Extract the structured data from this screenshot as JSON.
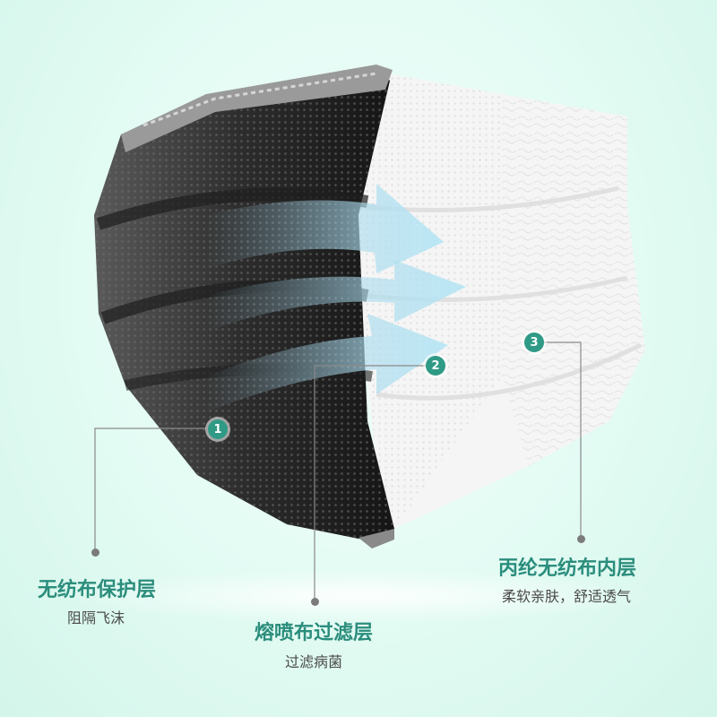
{
  "layers": [
    {
      "number": "1",
      "title": "无纺布保护层",
      "subtitle": "阻隔飞沫"
    },
    {
      "number": "2",
      "title": "熔喷布过滤层",
      "subtitle": "过滤病菌"
    },
    {
      "number": "3",
      "title": "丙纶无纺布内层",
      "subtitle": "柔软亲肤，舒适透气"
    }
  ],
  "colors": {
    "accent": "#2f9a86",
    "title_text": "#2b8d7c",
    "background": "#e2fbf3",
    "outer_layer": "#3a3a3a",
    "inner_layer": "#f4f4f4",
    "arrow": "#a9d9ec"
  }
}
